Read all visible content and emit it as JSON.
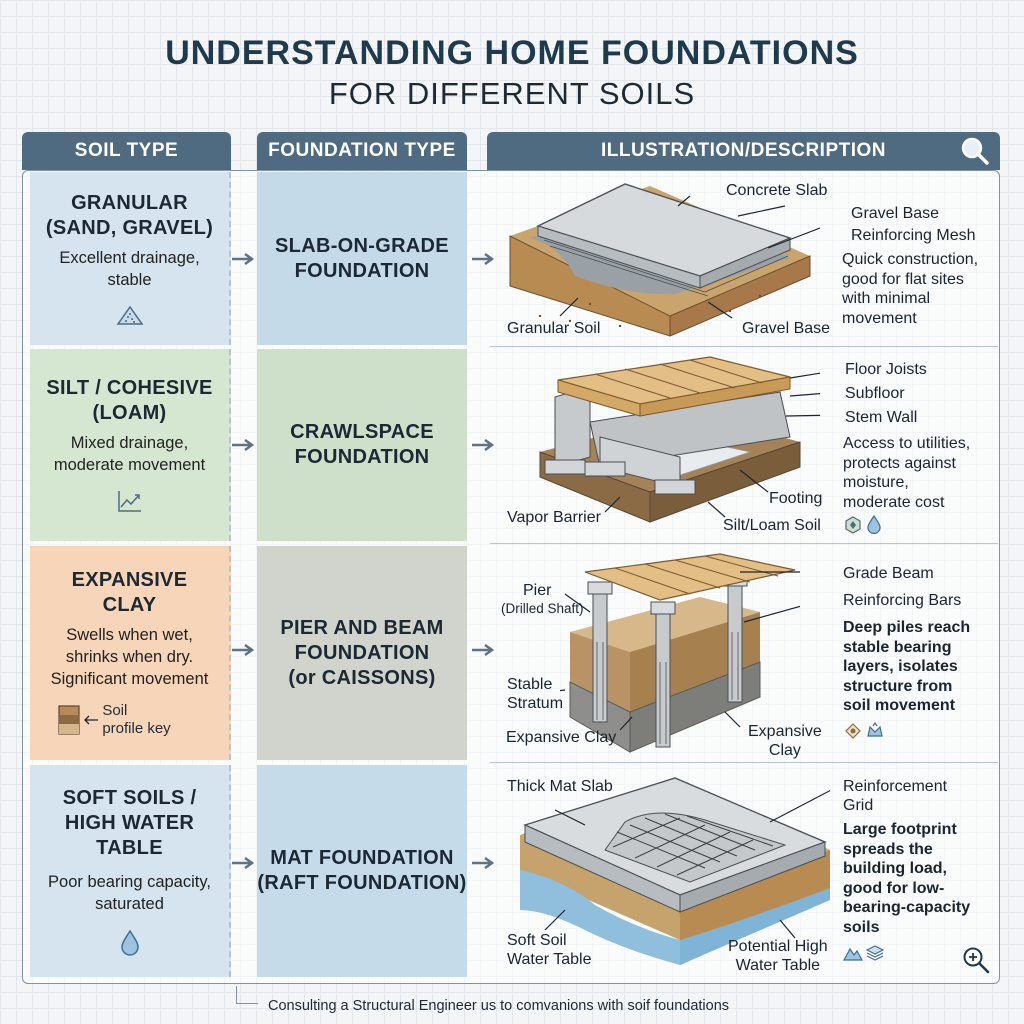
{
  "title": {
    "main": "UNDERSTANDING HOME FOUNDATIONS",
    "sub": "FOR DIFFERENT SOILS"
  },
  "headers": {
    "soil": "SOIL TYPE",
    "foundation": "FOUNDATION TYPE",
    "illustration": "ILLUSTRATION/DESCRIPTION"
  },
  "rows": [
    {
      "soil_name_1": "GRANULAR",
      "soil_name_2": "(SAND, GRAVEL)",
      "soil_desc_1": "Excellent drainage,",
      "soil_desc_2": "stable",
      "foundation_1": "SLAB-ON-GRADE",
      "foundation_2": "FOUNDATION",
      "labels": {
        "a": "Concrete Slab",
        "b": "Gravel Base",
        "c": "Reinforcing Mesh",
        "d": "Granular Soil",
        "e": "Gravel Base"
      },
      "desc": [
        "Quick construction,",
        "good for flat sites",
        "with minimal",
        "movement"
      ]
    },
    {
      "soil_name_1": "SILT / COHESIVE",
      "soil_name_2": "(LOAM)",
      "soil_desc_1": "Mixed drainage,",
      "soil_desc_2": "moderate movement",
      "foundation_1": "CRAWLSPACE",
      "foundation_2": "FOUNDATION",
      "labels": {
        "a": "Floor Joists",
        "b": "Subfloor",
        "c": "Stem Wall",
        "d": "Footing",
        "e": "Vapor Barrier",
        "f": "Silt/Loam Soil"
      },
      "desc": [
        "Access to utilities,",
        "protects against",
        "moisture,",
        "moderate cost"
      ]
    },
    {
      "soil_name_1": "EXPANSIVE",
      "soil_name_2": "CLAY",
      "soil_desc_1": "Swells when wet,",
      "soil_desc_2": "shrinks when dry.",
      "soil_desc_3": "Significant movement",
      "key_1": "Soil",
      "key_2": "profile key",
      "foundation_1": "PIER AND BEAM",
      "foundation_2": "FOUNDATION",
      "foundation_3": "(or CAISSONS)",
      "labels": {
        "a": "Pier",
        "a2": "(Drilled Shaft)",
        "b": "Grade Beam",
        "c": "Reinforcing Bars",
        "d1": "Stable",
        "d2": "Stratum",
        "e": "Expansive Clay",
        "f1": "Expansive",
        "f2": "Clay"
      },
      "desc": [
        "Deep piles reach",
        "stable bearing",
        "layers, isolates",
        "structure from",
        "soil movement"
      ]
    },
    {
      "soil_name_1": "SOFT SOILS /",
      "soil_name_2": "HIGH WATER",
      "soil_name_3": "TABLE",
      "soil_desc_1": "Poor bearing capacity,",
      "soil_desc_2": "saturated",
      "foundation_1": "MAT FOUNDATION",
      "foundation_2": "(RAFT FOUNDATION)",
      "labels": {
        "a": "Thick Mat Slab",
        "b1": "Reinforcement",
        "b2": "Grid",
        "c1": "Soft Soil",
        "c2": "Water Table",
        "d1": "Potential High",
        "d2": "Water Table"
      },
      "desc": [
        "Large footprint",
        "spreads the",
        "building load,",
        "good for low-",
        "bearing-capacity",
        "soils"
      ]
    }
  ],
  "footer": "Consulting a Structural Engineer us to comvanions with soif foundations",
  "colors": {
    "header": "#4f6b82",
    "row1": "#d5e4ef",
    "row2": "#d6e7d1",
    "row3": "#f7d5b9",
    "row4": "#d5e4ef"
  },
  "icons": [
    "magnifier-icon",
    "sand-pile-icon",
    "trend-chart-icon",
    "soil-key-icon",
    "water-drop-icon",
    "zoom-in-icon"
  ]
}
